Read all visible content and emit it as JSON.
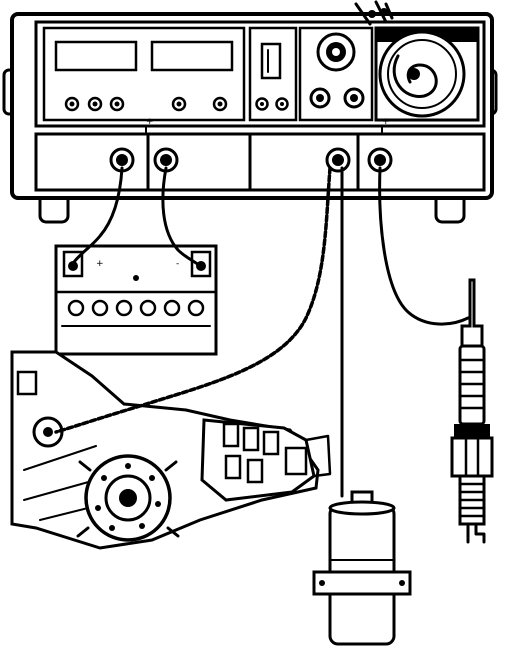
{
  "figure": {
    "colors": {
      "ink": "#000000",
      "paper": "#ffffff"
    },
    "panel_marks": [
      "+",
      "+",
      "-",
      "+"
    ],
    "battery_marks": [
      "+",
      "-"
    ],
    "components": {
      "tester": "engine-analyzer",
      "battery": "battery",
      "distributor": "distributor",
      "coil": "ignition-coil",
      "plug": "spark-plug"
    }
  }
}
